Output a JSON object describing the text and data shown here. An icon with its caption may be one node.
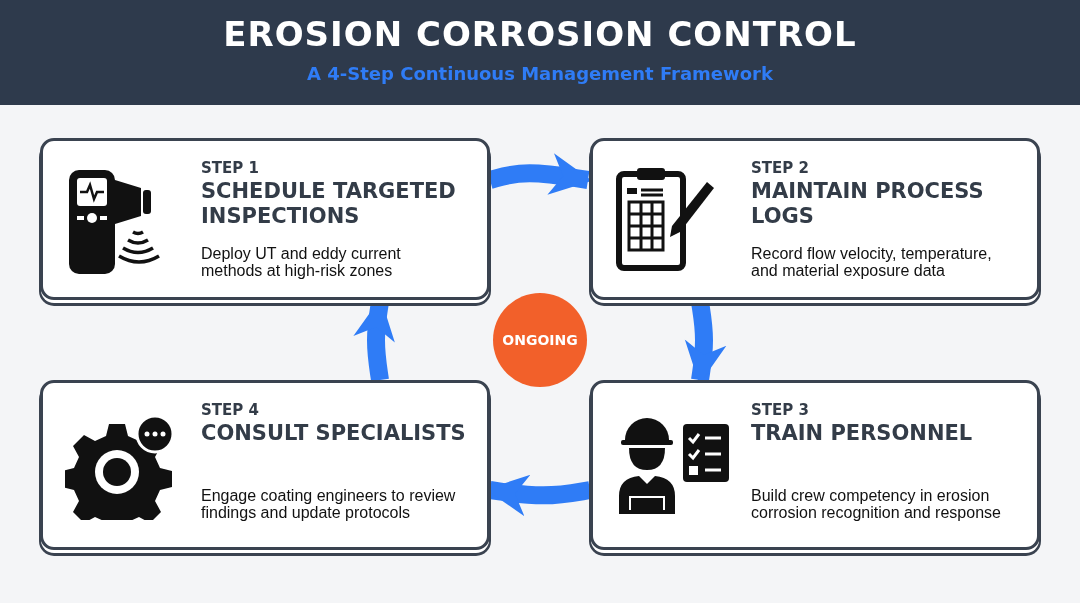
{
  "diagram": {
    "title": "EROSION CORROSION CONTROL",
    "nodes": [
      {
        "text": [
          "STEP 1",
          "SCHEDULE TARGETED INSPECTIONS",
          "Deploy UT and eddy current methods at high-risk zones"
        ]
      },
      {
        "text": [
          "STEP 2",
          "MAINTAIN PROCESS LOGS",
          "Record flow velocity, temperature, and material exposure data"
        ]
      },
      {
        "text": [
          "STEP 3",
          "TRAIN PERSONNEL",
          "Build crew competency in erosion corrosion recognition and response"
        ]
      },
      {
        "text": [
          "STEP 4",
          "CONSULT SPECIALISTS",
          "Engage coating engineers to review findings and update protocols"
        ]
      },
      {
        "text": [
          "ONGOING"
        ]
      }
    ],
    "edges": [
      {
        "from": 0,
        "to": 1,
        "arrow": "to"
      },
      {
        "from": 1,
        "to": 2,
        "arrow": "to"
      },
      {
        "from": 2,
        "to": 3,
        "arrow": "to"
      },
      {
        "from": 3,
        "to": 0,
        "arrow": "to"
      }
    ],
    "labels": [
      "A 4-Step Continuous Management Framework"
    ]
  }
}
